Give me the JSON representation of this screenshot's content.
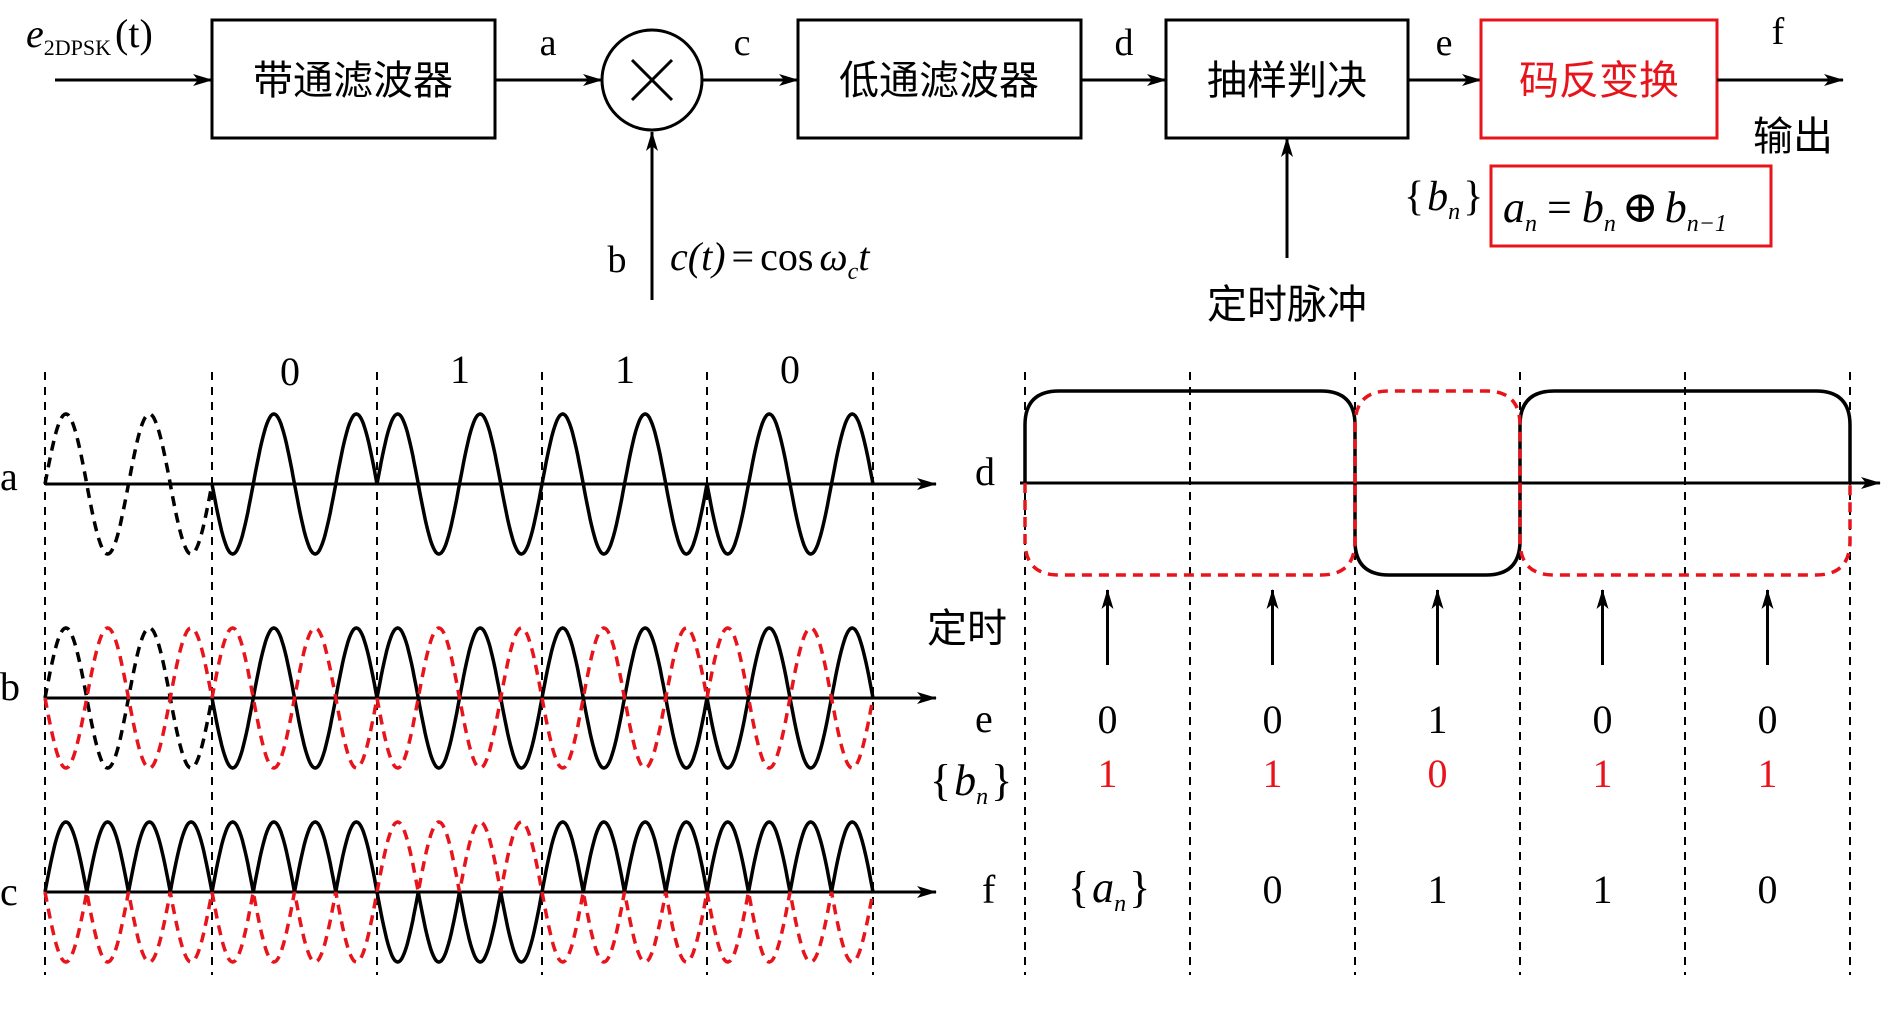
{
  "colors": {
    "black": "#000000",
    "red": "#e8141b"
  },
  "block_diagram": {
    "input_signal": {
      "main": "e",
      "sub": "2DPSK",
      "arg": "(t)"
    },
    "blocks": [
      {
        "id": "bpf",
        "label": "带通滤波器"
      },
      {
        "id": "lpf",
        "label": "低通滤波器"
      },
      {
        "id": "sampler",
        "label": "抽样判决"
      },
      {
        "id": "inverse",
        "label": "码反变换"
      }
    ],
    "mixer_symbol": "×",
    "point_labels": {
      "a": "a",
      "b": "b",
      "c": "c",
      "d": "d",
      "e": "e",
      "f": "f"
    },
    "carrier": {
      "lhs": "c(t)",
      "eq": "=",
      "rhs_func": "cos",
      "omega": "ω",
      "sub": "c",
      "t": "t"
    },
    "timing_pulse_label": "定时脉冲",
    "output_label": "输出",
    "bn_set": {
      "name": "b",
      "sub": "n"
    },
    "formula": {
      "lhs": "a",
      "lhs_sub": "n",
      "eq": "=",
      "b1": "b",
      "b1_sub": "n",
      "xor": "⊕",
      "b2": "b",
      "b2_sub": "n−1"
    }
  },
  "waveforms": {
    "bit_labels": [
      "0",
      "1",
      "1",
      "0"
    ],
    "row_labels": [
      "a",
      "b",
      "c"
    ]
  },
  "decision_panel": {
    "row_labels": {
      "d": "d",
      "timing": "定时",
      "e": "e",
      "bn": "b",
      "bn_sub": "n",
      "f": "f"
    },
    "an_set": {
      "name": "a",
      "sub": "n"
    },
    "e_values": [
      "0",
      "0",
      "1",
      "0",
      "0"
    ],
    "bn_values": [
      "1",
      "1",
      "0",
      "1",
      "1"
    ],
    "f_values": [
      "0",
      "1",
      "1",
      "0"
    ]
  }
}
